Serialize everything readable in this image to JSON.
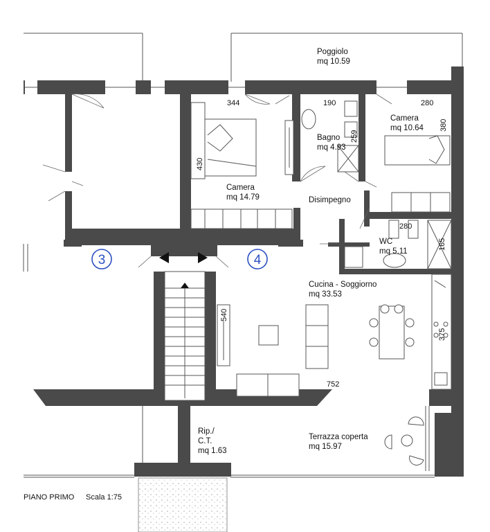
{
  "rooms": {
    "poggiolo": {
      "name": "Poggiolo",
      "area": "mq 10.59"
    },
    "camera_1": {
      "name": "Camera",
      "area": "mq 14.79"
    },
    "bagno": {
      "name": "Bagno",
      "area": "mq 4.93"
    },
    "camera_2": {
      "name": "Camera",
      "area": "mq 10.64"
    },
    "disimpegno": {
      "name": "Disimpegno"
    },
    "wc": {
      "name": "WC",
      "area": "mq 5.11"
    },
    "cucina": {
      "name": "Cucina - Soggiorno",
      "area": "mq 33.53"
    },
    "ripostiglio": {
      "name_line1": "Rip./",
      "name_line2": "C.T.",
      "area": "mq 1.63"
    },
    "terrazza": {
      "name": "Terrazza coperta",
      "area": "mq 15.97"
    }
  },
  "dimensions": {
    "camera_1_width": "344",
    "camera_1_depth": "430",
    "bagno_width": "190",
    "bagno_depth": "259",
    "camera_2_width": "280",
    "camera_2_depth": "380",
    "wc_width": "280",
    "wc_depth": "165",
    "cucina_depth": "540",
    "cucina_width": "752",
    "kitchen_counter": "375"
  },
  "apartment_numbers": {
    "left": "3",
    "right": "4"
  },
  "footer": {
    "floor": "PIANO PRIMO",
    "scale": "Scala 1:75"
  },
  "colors": {
    "wall": "#4a4a4a",
    "apartment_marker": "#2b4fc0",
    "stair_arrow": "#111111"
  }
}
